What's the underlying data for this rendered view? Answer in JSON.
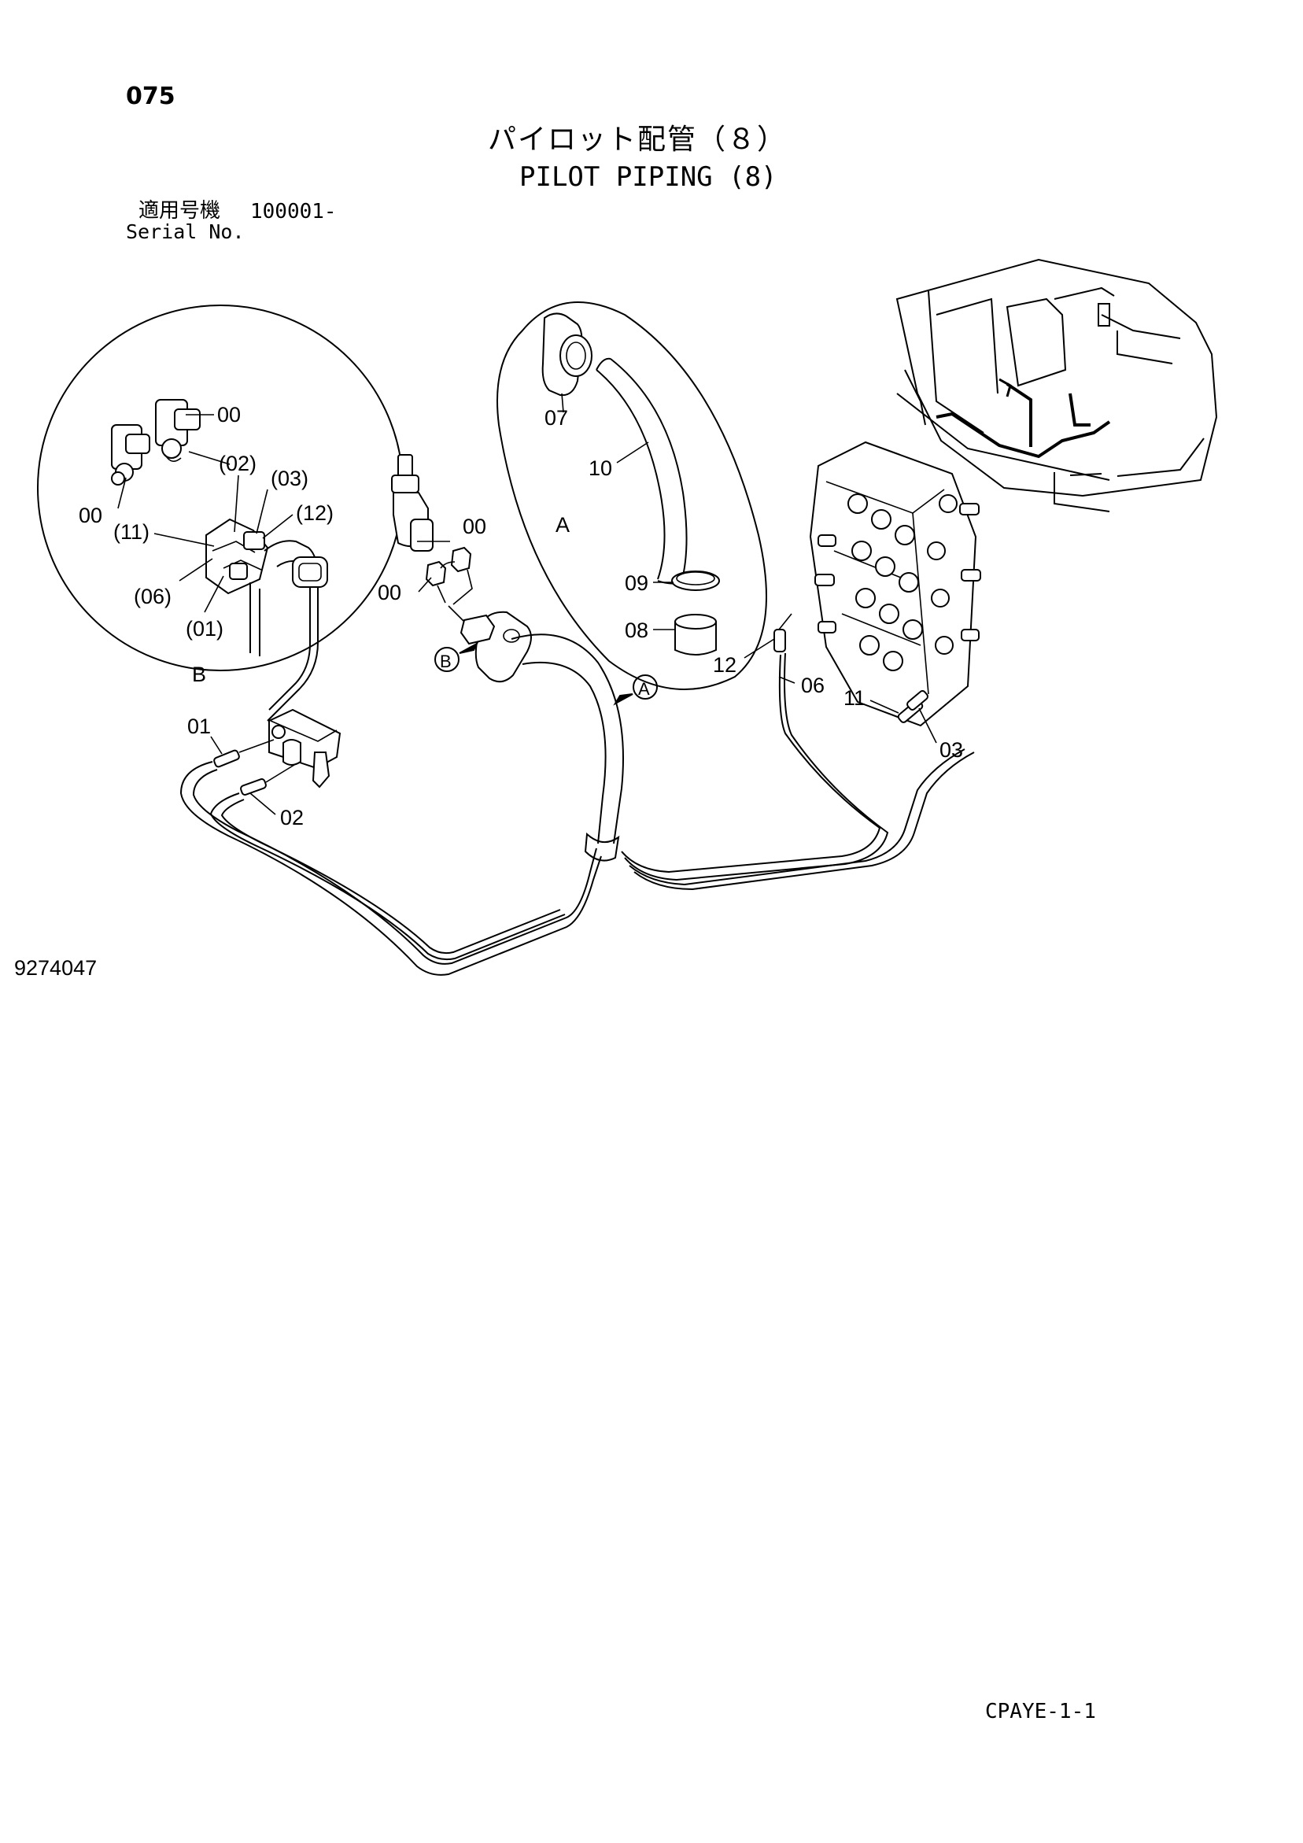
{
  "header": {
    "page_number": "075",
    "title_jp": "パイロット配管（８）",
    "title_en": "PILOT PIPING (8)",
    "serial_label_jp": "適用号機",
    "serial_value": "100001-",
    "serial_label_en": "Serial No."
  },
  "footer": {
    "drawing_number": "9274047",
    "doc_code": "CPAYE-1-1"
  },
  "callouts": {
    "c00_detail_top": "00",
    "c00_detail_left": "00",
    "c02_paren": "(02)",
    "c03_paren": "(03)",
    "c12_paren": "(12)",
    "c11_paren": "(11)",
    "c06_paren": "(06)",
    "c01_paren": "(01)",
    "detail_b": "B",
    "c07": "07",
    "c10": "10",
    "detail_a": "A",
    "c09": "09",
    "c08": "08",
    "c00_mid_right": "00",
    "c00_mid_left": "00",
    "ref_b": "B",
    "ref_a": "A",
    "c01": "01",
    "c02": "02",
    "c12": "12",
    "c06": "06",
    "c11": "11",
    "c03": "03"
  }
}
